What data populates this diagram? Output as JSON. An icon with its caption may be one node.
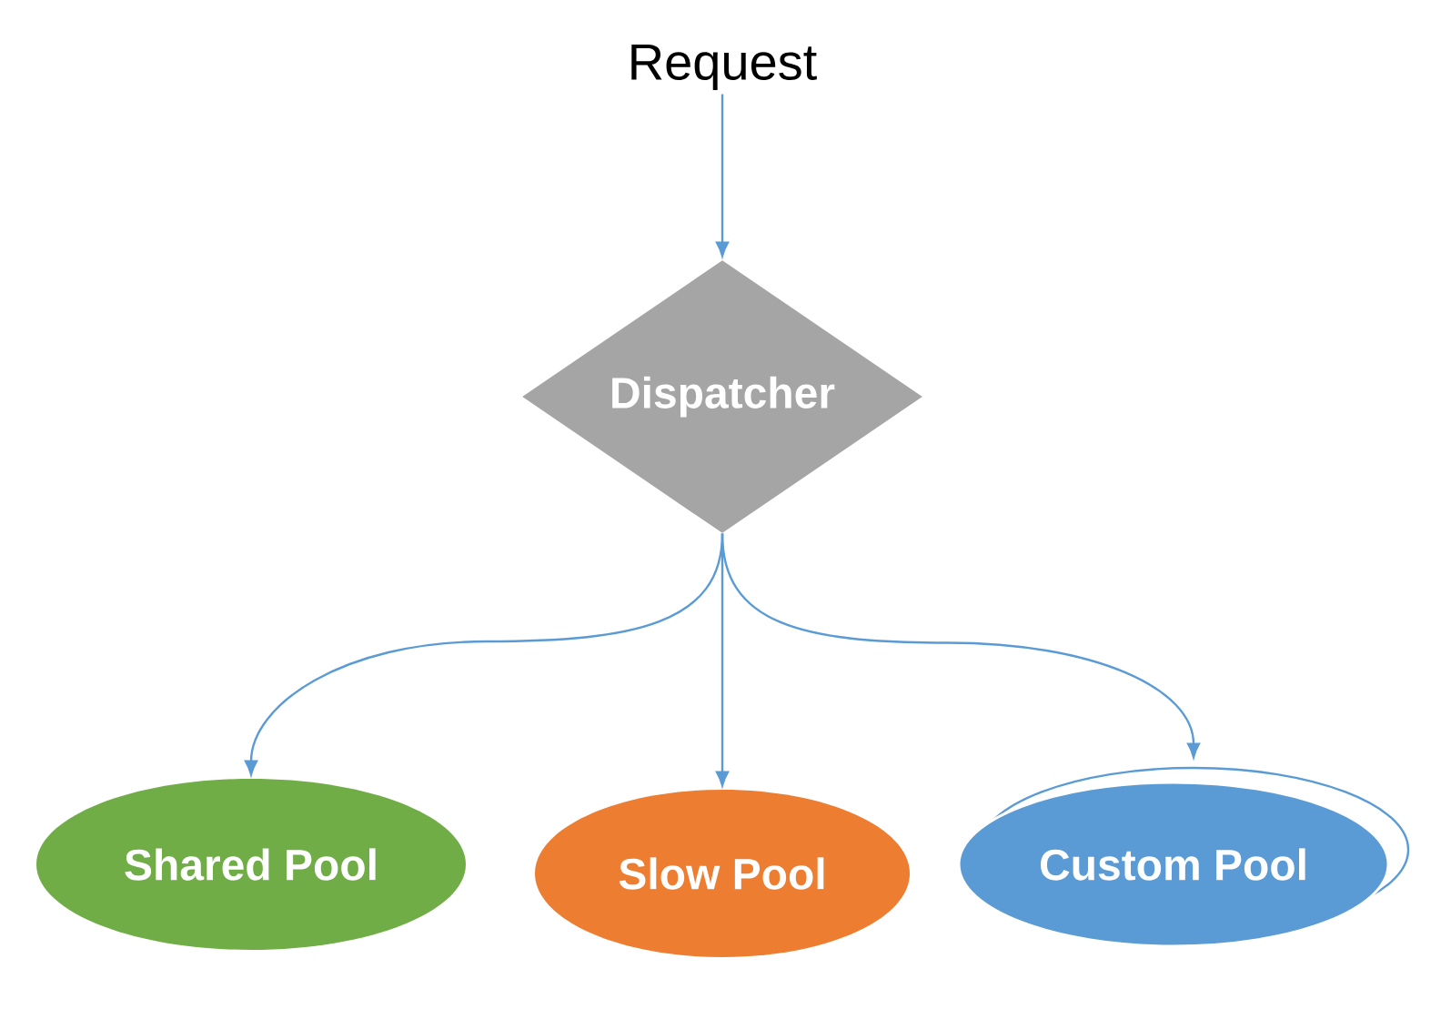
{
  "diagram": {
    "nodes": [
      {
        "text": [
          "Request"
        ]
      },
      {
        "text": [
          "Dispatcher"
        ]
      },
      {
        "text": [
          "Shared Pool"
        ]
      },
      {
        "text": [
          "Slow Pool"
        ]
      },
      {
        "text": [
          "Custom Pool"
        ]
      }
    ],
    "edges": [
      {
        "from": 0,
        "to": 1,
        "arrow": "to"
      },
      {
        "from": 1,
        "to": 2,
        "arrow": "to"
      },
      {
        "from": 1,
        "to": 3,
        "arrow": "to"
      },
      {
        "from": 1,
        "to": 4,
        "arrow": "to"
      }
    ]
  }
}
